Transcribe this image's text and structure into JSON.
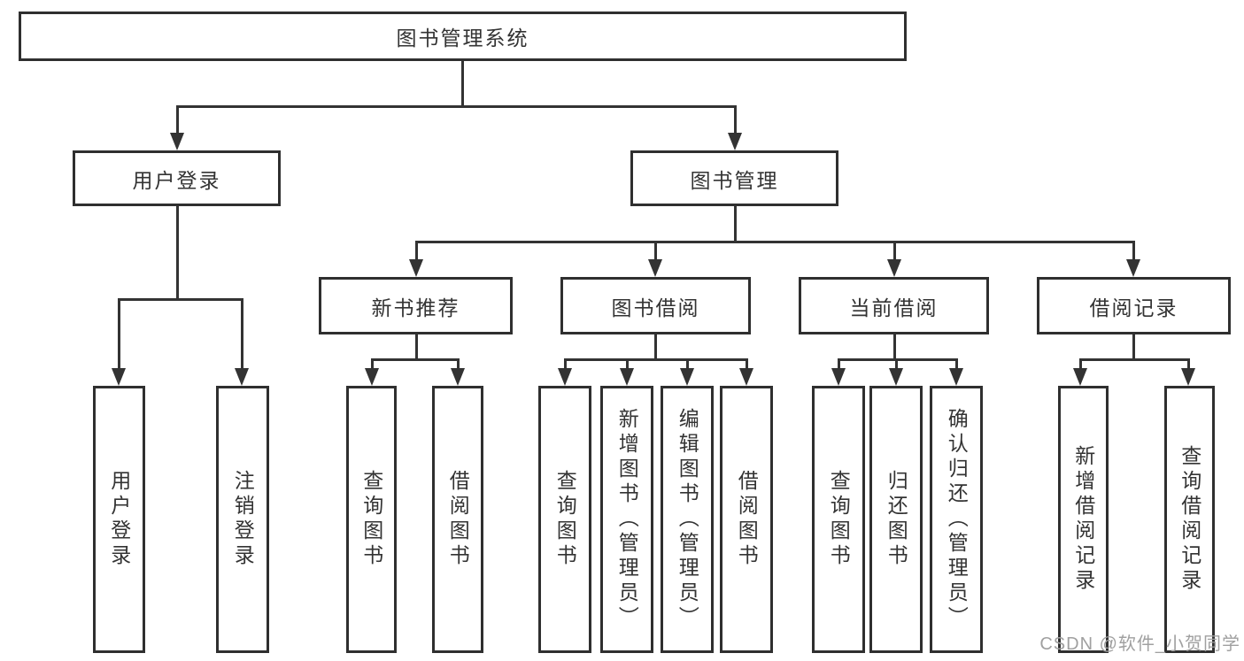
{
  "diagram_title": "图书管理系统",
  "nodes": {
    "root": "图书管理系统",
    "user_login": "用户登录",
    "book_mgmt": "图书管理",
    "new_books": "新书推荐",
    "book_borrow": "图书借阅",
    "current_borrow": "当前借阅",
    "borrow_records": "借阅记录"
  },
  "leaves": [
    "用户登录",
    "注销登录",
    "查询图书",
    "借阅图书",
    "查询图书",
    "新增图书（管理员）",
    "编辑图书（管理员）",
    "借阅图书",
    "查询图书",
    "归还图书",
    "确认归还（管理员）",
    "新增借阅记录",
    "查询借阅记录"
  ],
  "watermark": "CSDN @软件_小贺同学",
  "colors": {
    "line": "#333333",
    "box_border": "#2f2f2f",
    "box_background": "#ffffff",
    "text": "#333333",
    "watermark": "#a0a0a0",
    "background": "#ffffff"
  }
}
